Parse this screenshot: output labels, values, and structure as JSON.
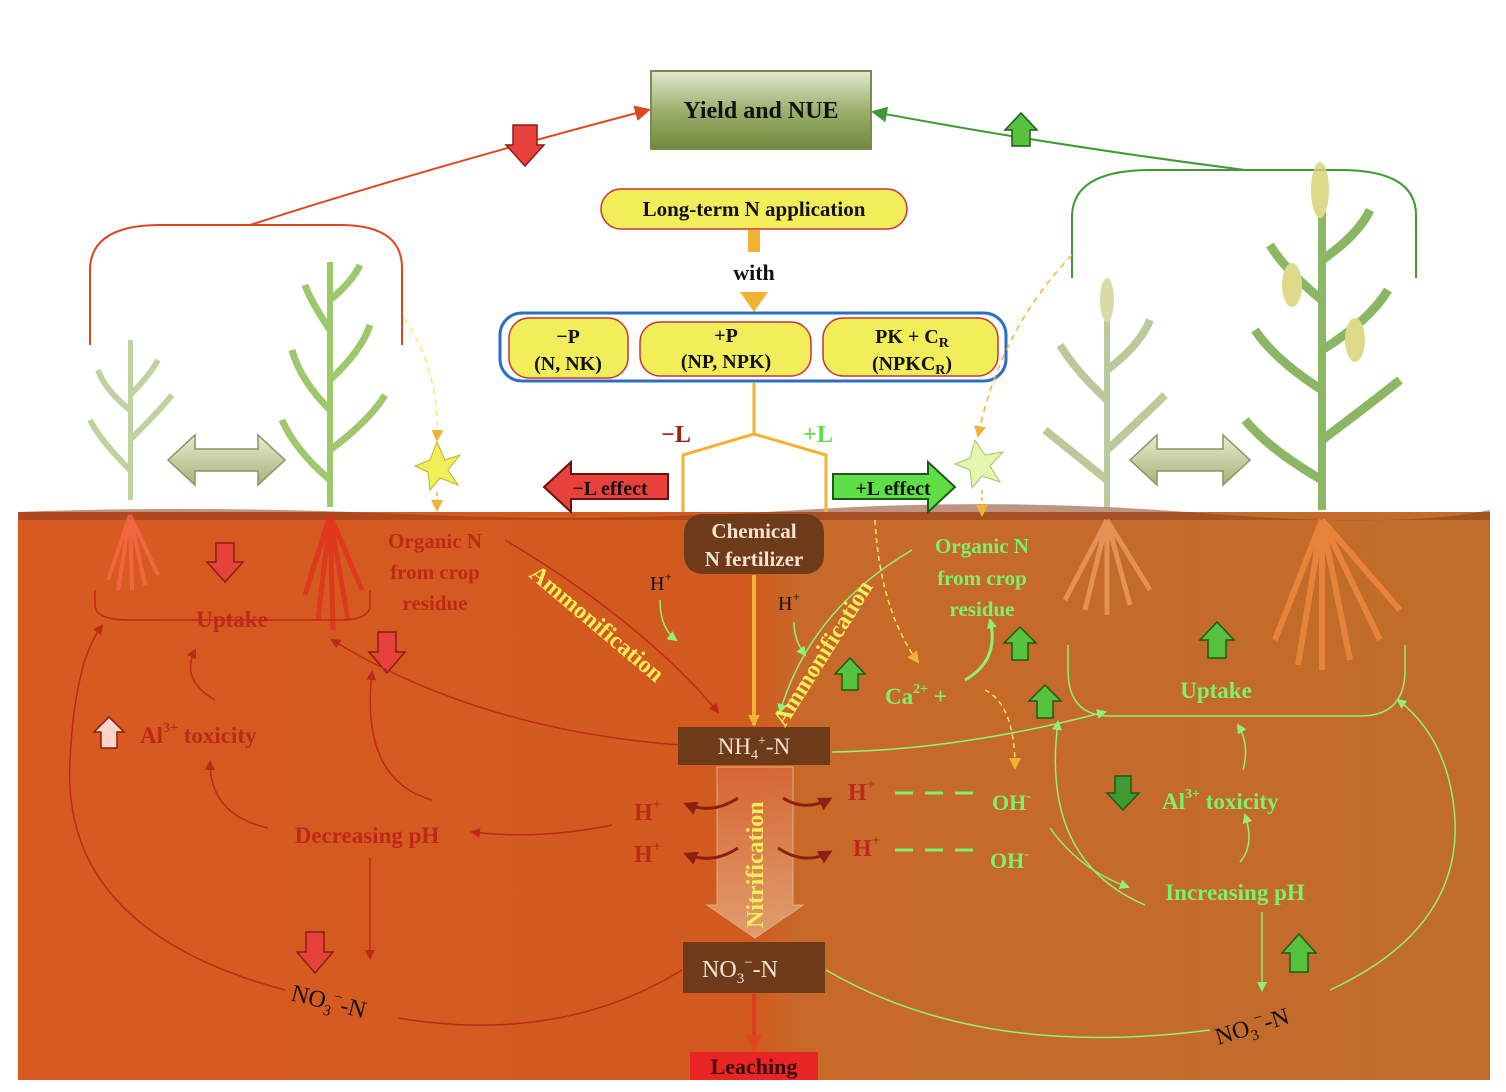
{
  "title_box": "Yield and NUE",
  "top": {
    "application": "Long-term N application",
    "with": "with",
    "treatments": [
      {
        "line1": "−P",
        "line2": "(N, NK)"
      },
      {
        "line1": "+P",
        "line2": "(NP, NPK)"
      },
      {
        "line1": "PK + C",
        "line1_sub": "R",
        "line2": "(NPKC",
        "line2_sub": "R",
        "line2_end": ")"
      }
    ],
    "minus_l": "−L",
    "plus_l": "+L",
    "minus_l_effect": "−L effect",
    "plus_l_effect": "+L effect"
  },
  "center": {
    "chemical_fertilizer_1": "Chemical",
    "chemical_fertilizer_2": "N fertilizer",
    "nh4": "NH",
    "nh4_sub": "4",
    "nh4_sup": "+",
    "nh4_tail": "-N",
    "no3": "NO",
    "no3_sub": "3",
    "no3_sup": "−",
    "no3_tail": "-N",
    "nitrification": "Nitrification",
    "leaching": "Leaching",
    "h_plus": "H",
    "plus": "+"
  },
  "left": {
    "organic_n_1": "Organic N",
    "organic_n_2": "from crop",
    "organic_n_3": "residue",
    "ammonification": "Ammonification",
    "uptake": "Uptake",
    "al_toxicity": "Al",
    "al_sup": "3+",
    "al_tail": " toxicity",
    "decreasing_ph": "Decreasing pH",
    "no3": "NO",
    "no3_sub": "3",
    "no3_sup": "−",
    "no3_tail": "-N"
  },
  "right": {
    "organic_n_1": "Organic N",
    "organic_n_2": "from crop",
    "organic_n_3": "residue",
    "ammonification": "Ammonification",
    "uptake": "Uptake",
    "ca": "Ca",
    "ca_sup": "2+",
    "ca_tail": " +",
    "oh": "OH",
    "oh_sup": "-",
    "al_toxicity": "Al",
    "al_sup": "3+",
    "al_tail": " toxicity",
    "increasing_ph": "Increasing pH",
    "no3": "NO",
    "no3_sub": "3",
    "no3_sup": "−",
    "no3_tail": "-N"
  },
  "colors": {
    "soil_left": "#d5561f",
    "soil_right": "#c26a28",
    "red_text": "#c0271b",
    "green_text": "#7cf36a",
    "yellow_box": "#f2ee5a",
    "brown_box": "#6e3b1a",
    "orange_arrow": "#f2b233"
  }
}
